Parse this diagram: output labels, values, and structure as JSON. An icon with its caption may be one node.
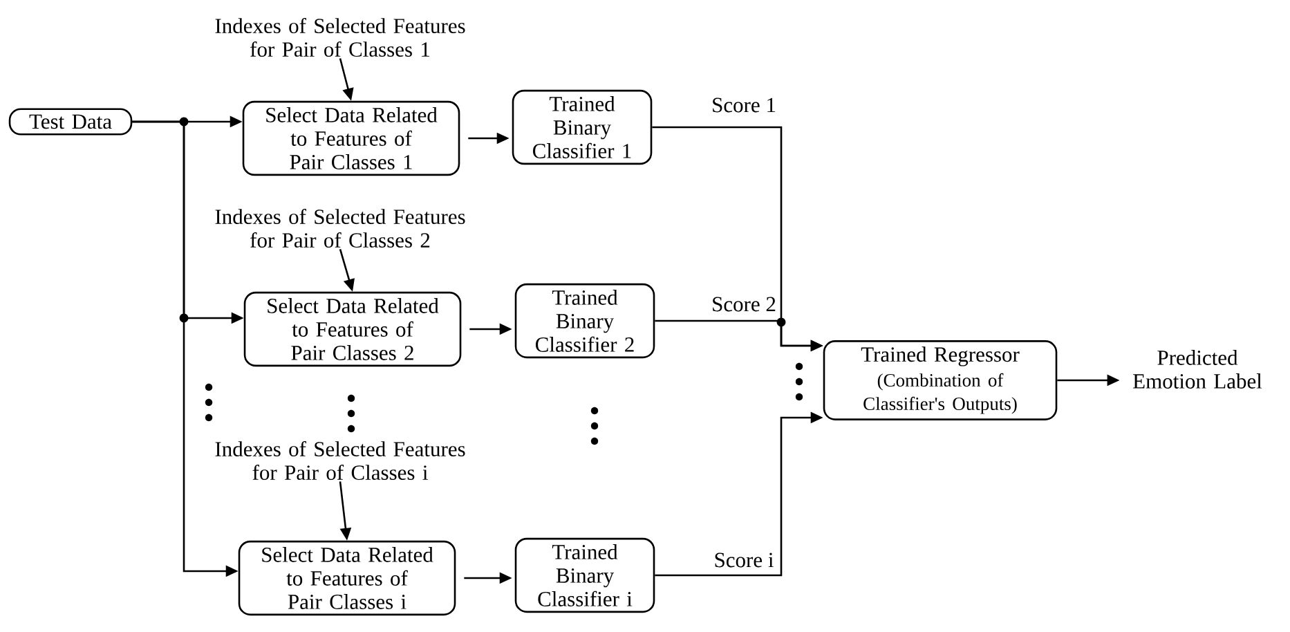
{
  "diagram": {
    "nodes": [
      {
        "text": [
          "Test Data"
        ]
      },
      {
        "text": [
          "Indexes of Selected Features for Pair of Classes 1"
        ]
      },
      {
        "text": [
          "Select Data Related to Features of Pair Classes 1"
        ]
      },
      {
        "text": [
          "Trained Binary Classifier 1"
        ]
      },
      {
        "text": [
          "Indexes of Selected Features for Pair of Classes 2"
        ]
      },
      {
        "text": [
          "Select Data Related to Features of Pair Classes 2"
        ]
      },
      {
        "text": [
          "Trained Binary Classifier 2"
        ]
      },
      {
        "text": [
          "Indexes of Selected Features for Pair of Classes i"
        ]
      },
      {
        "text": [
          "Select Data Related to Features of Pair Classes i"
        ]
      },
      {
        "text": [
          "Trained Binary Classifier i"
        ]
      },
      {
        "text": [
          "Trained Regressor",
          "(Combination of Classifier's Outputs)"
        ]
      },
      {
        "text": [
          "Predicted Emotion Label"
        ]
      }
    ],
    "edges": [
      {
        "from": 0,
        "to": 2,
        "arrow": "to"
      },
      {
        "from": 0,
        "to": 5,
        "arrow": "to"
      },
      {
        "from": 0,
        "to": 8,
        "arrow": "to"
      },
      {
        "from": 1,
        "to": 2,
        "arrow": "to"
      },
      {
        "from": 4,
        "to": 5,
        "arrow": "to"
      },
      {
        "from": 7,
        "to": 8,
        "arrow": "to"
      },
      {
        "from": 2,
        "to": 3,
        "arrow": "to"
      },
      {
        "from": 5,
        "to": 6,
        "arrow": "to"
      },
      {
        "from": 8,
        "to": 9,
        "arrow": "to"
      },
      {
        "from": 3,
        "to": 10,
        "arrow": "to",
        "label": "Score 1"
      },
      {
        "from": 6,
        "to": 10,
        "arrow": "to",
        "label": "Score 2"
      },
      {
        "from": 9,
        "to": 10,
        "arrow": "to",
        "label": "Score i"
      },
      {
        "from": 10,
        "to": 11,
        "arrow": "to"
      }
    ]
  }
}
